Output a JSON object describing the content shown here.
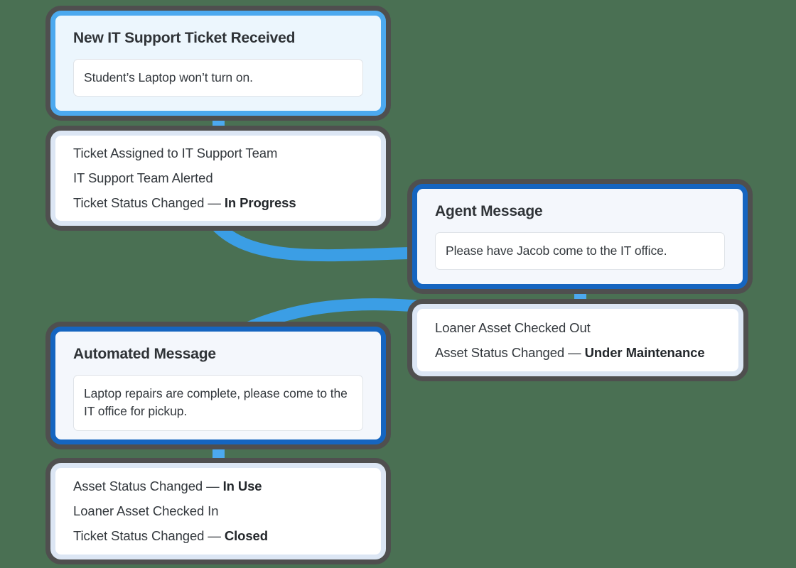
{
  "theme": {
    "background": "#4a7053",
    "outline": "#4f4f4f",
    "accent_light_blue": "#4ca9ef",
    "accent_dark_blue": "#1565c0",
    "accent_pale_blue": "#dce6f4",
    "connector_blue": "#3b9ee5",
    "card_tint_light": "#ecf6fd",
    "card_tint_cool": "#f4f7fc",
    "text": "#33383d"
  },
  "flow": {
    "nodes": [
      {
        "id": "new-ticket",
        "title": "New IT Support Ticket Received",
        "message": "Student’s Laptop won’t turn on."
      },
      {
        "id": "assigned",
        "events": [
          {
            "label": "Ticket Assigned to IT Support Team",
            "status": ""
          },
          {
            "label": "IT Support Team Alerted",
            "status": ""
          },
          {
            "label": "Ticket Status Changed — ",
            "status": "In Progress"
          }
        ]
      },
      {
        "id": "agent-message",
        "title": "Agent Message",
        "message": "Please have Jacob come to the IT office."
      },
      {
        "id": "loaner-out",
        "events": [
          {
            "label": "Loaner Asset Checked Out",
            "status": ""
          },
          {
            "label": "Asset Status Changed — ",
            "status": "Under Maintenance"
          }
        ]
      },
      {
        "id": "automated-message",
        "title": "Automated Message",
        "message": "Laptop repairs are complete, please come to the IT office for pickup."
      },
      {
        "id": "closed",
        "events": [
          {
            "label": "Asset Status Changed — ",
            "status": "In Use"
          },
          {
            "label": "Loaner Asset Checked In",
            "status": ""
          },
          {
            "label": "Ticket Status Changed — ",
            "status": "Closed"
          }
        ]
      }
    ],
    "connectors": [
      {
        "id": "new-ticket-to-assigned",
        "type": "vertical"
      },
      {
        "id": "assigned-to-agent-message",
        "type": "curve"
      },
      {
        "id": "agent-message-to-loaner-out",
        "type": "vertical"
      },
      {
        "id": "loaner-out-to-automated-message",
        "type": "curve"
      },
      {
        "id": "automated-message-to-closed",
        "type": "vertical"
      }
    ]
  }
}
